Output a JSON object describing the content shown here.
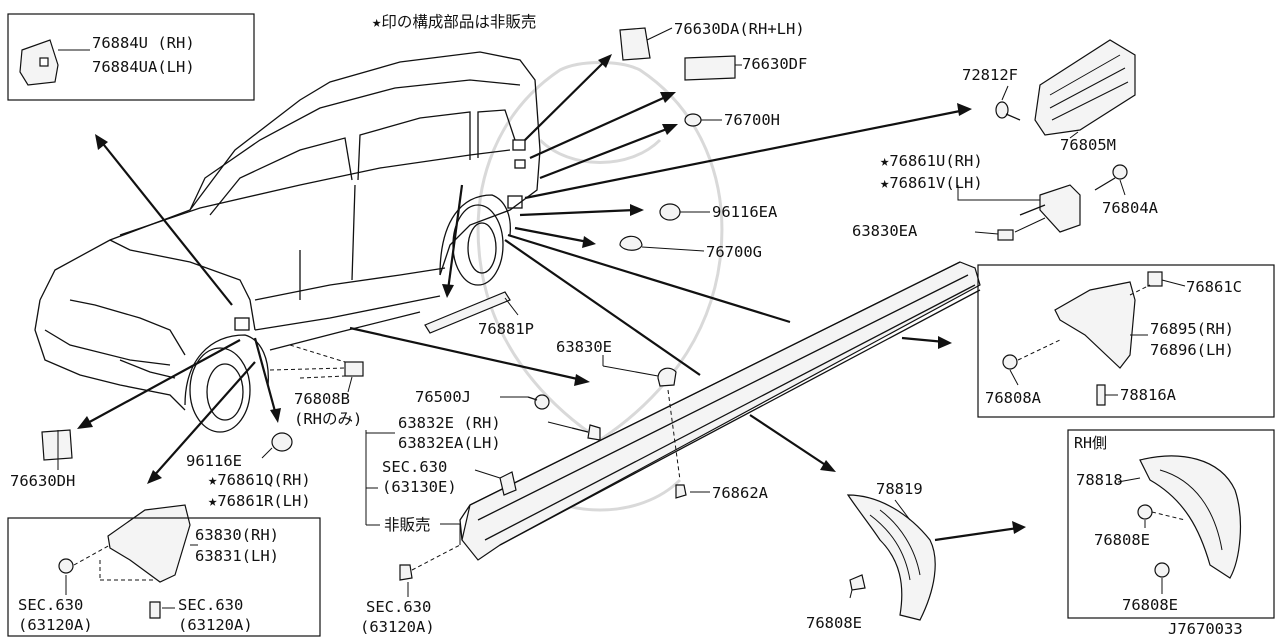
{
  "note": "★印の構成部品は非販売",
  "diagram_id": "J7670033",
  "labels": {
    "p76884u": "76884U (RH)",
    "p76884ua": "76884UA(LH)",
    "p76630da": "76630DA(RH+LH)",
    "p76630df": "76630DF",
    "p76700h": "76700H",
    "p72812f": "72812F",
    "p76805m": "76805M",
    "p76861u": "★76861U(RH)",
    "p76861v": "★76861V(LH)",
    "p76804a": "76804A",
    "p96116ea": "96116EA",
    "p63830ea": "63830EA",
    "p76700g": "76700G",
    "p76861c": "76861C",
    "p76895": "76895(RH)",
    "p76896": "76896(LH)",
    "p76808a": "76808A",
    "p78816a": "78816A",
    "p76881p": "76881P",
    "p63830e": "63830E",
    "p76808b": "76808B",
    "p76808b_note": "(RHのみ)",
    "p76500j": "76500J",
    "p63832e": "63832E  (RH)",
    "p63832ea": "63832EA(LH)",
    "p96116e": "96116E",
    "p76861q": "★76861Q(RH)",
    "p76861r": "★76861R(LH)",
    "p_sec630_a": "SEC.630",
    "p_sec630_a_sub": "(63130E)",
    "p_hihanbai": "非販売",
    "p76630dh": "76630DH",
    "p76862a": "76862A",
    "p78819": "78819",
    "p76808e_c": "76808E",
    "p63830": "63830(RH)",
    "p63831": "63831(LH)",
    "p_sec630_b": "SEC.630",
    "p_sec630_b_sub": "(63120A)",
    "p_sec630_c": "SEC.630",
    "p_sec630_c_sub": "(63120A)",
    "p_sec630_d": "SEC.630",
    "p_sec630_d_sub": "(63120A)",
    "rh_side": "RH側",
    "p78818": "78818",
    "p76808e_1": "76808E",
    "p76808e_2": "76808E"
  }
}
